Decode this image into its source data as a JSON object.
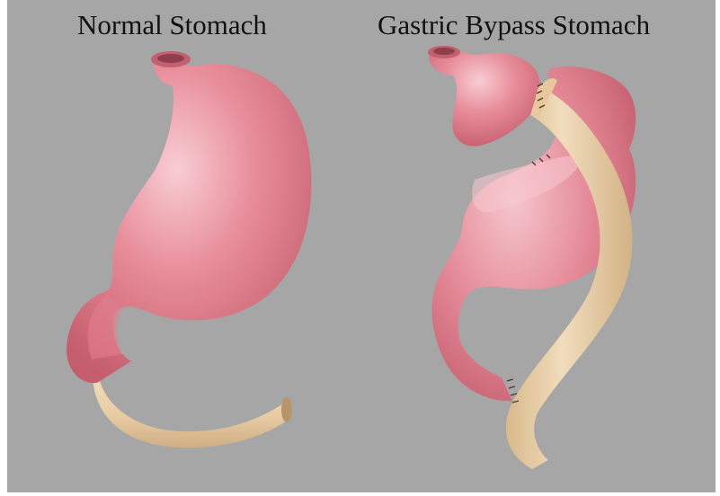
{
  "labels": {
    "normal": "Normal Stomach",
    "bypass": "Gastric Bypass Stomach"
  },
  "colors": {
    "background": "#a6a6a6",
    "stomach_tissue": "#e58a97",
    "stomach_highlight": "#f6c3c9",
    "stomach_shadow": "#c65f70",
    "intestine": "#ecd2ad",
    "intestine_shadow": "#c9a97e",
    "staples": "#4a3a2a"
  },
  "icons": [
    "normal-stomach-illustration",
    "bypass-stomach-illustration"
  ]
}
